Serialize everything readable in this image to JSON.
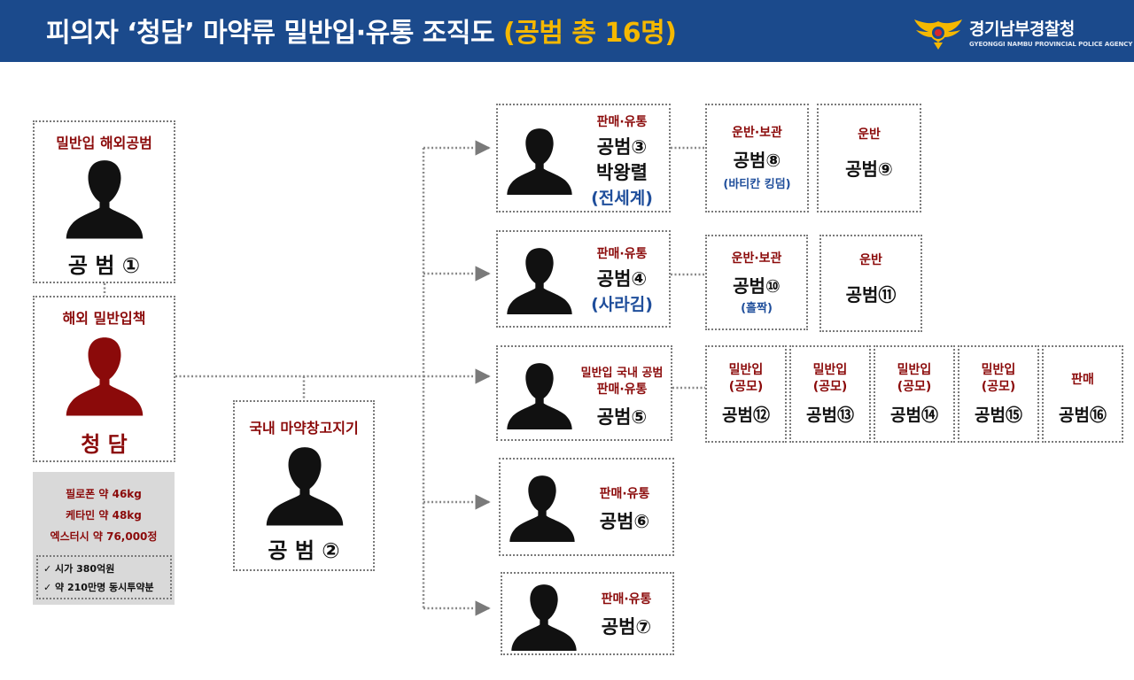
{
  "header": {
    "title_main": "피의자 ‘청담’ 마약류 밀반입·유통 조직도",
    "title_highlight": "(공범 총 16명)",
    "agency_name": "경기남부경찰청",
    "agency_name_en": "GYEONGGI NAMBU PROVINCIAL POLICE AGENCY"
  },
  "colors": {
    "header_bg": "#1b4a8c",
    "highlight": "#f5b800",
    "role_text": "#8b0a0a",
    "alias_text": "#1f4e9b",
    "leader_figure": "#8b0a0a",
    "figure": "#111111"
  },
  "nodes": {
    "p1": {
      "role": "밀반입 해외공범",
      "name": "공 범 ①"
    },
    "leader": {
      "role": "해외 밀반입책",
      "name": "청 담"
    },
    "p2": {
      "role": "국내 마약창고지기",
      "name": "공 범 ②"
    },
    "p3": {
      "role": "판매·유통",
      "name": "공범③",
      "name2": "박왕렬",
      "alias": "(전세계)"
    },
    "p4": {
      "role": "판매·유통",
      "name": "공범④",
      "alias": "(사라김)"
    },
    "p5": {
      "role": "밀반입 국내 공범",
      "role2": "판매·유통",
      "name": "공범⑤"
    },
    "p6": {
      "role": "판매·유통",
      "name": "공범⑥"
    },
    "p7": {
      "role": "판매·유통",
      "name": "공범⑦"
    },
    "p8": {
      "role": "운반·보관",
      "name": "공범⑧",
      "alias": "(바티칸 킹덤)"
    },
    "p9": {
      "role": "운반",
      "name": "공범⑨"
    },
    "p10": {
      "role": "운반·보관",
      "name": "공범⑩",
      "alias": "(흘짝)"
    },
    "p11": {
      "role": "운반",
      "name": "공범⑪"
    },
    "p12": {
      "role": "밀반입",
      "role2": "(공모)",
      "name": "공범⑫"
    },
    "p13": {
      "role": "밀반입",
      "role2": "(공모)",
      "name": "공범⑬"
    },
    "p14": {
      "role": "밀반입",
      "role2": "(공모)",
      "name": "공범⑭"
    },
    "p15": {
      "role": "밀반입",
      "role2": "(공모)",
      "name": "공범⑮"
    },
    "p16": {
      "role": "판매",
      "name": "공범⑯"
    }
  },
  "stats": {
    "items": [
      "필로폰 약 46kg",
      "케타민 약 48kg",
      "엑스터시 약 76,000정"
    ],
    "notes": [
      "✓ 시가 380억원",
      "✓ 약 210만명 동시투약분"
    ]
  }
}
